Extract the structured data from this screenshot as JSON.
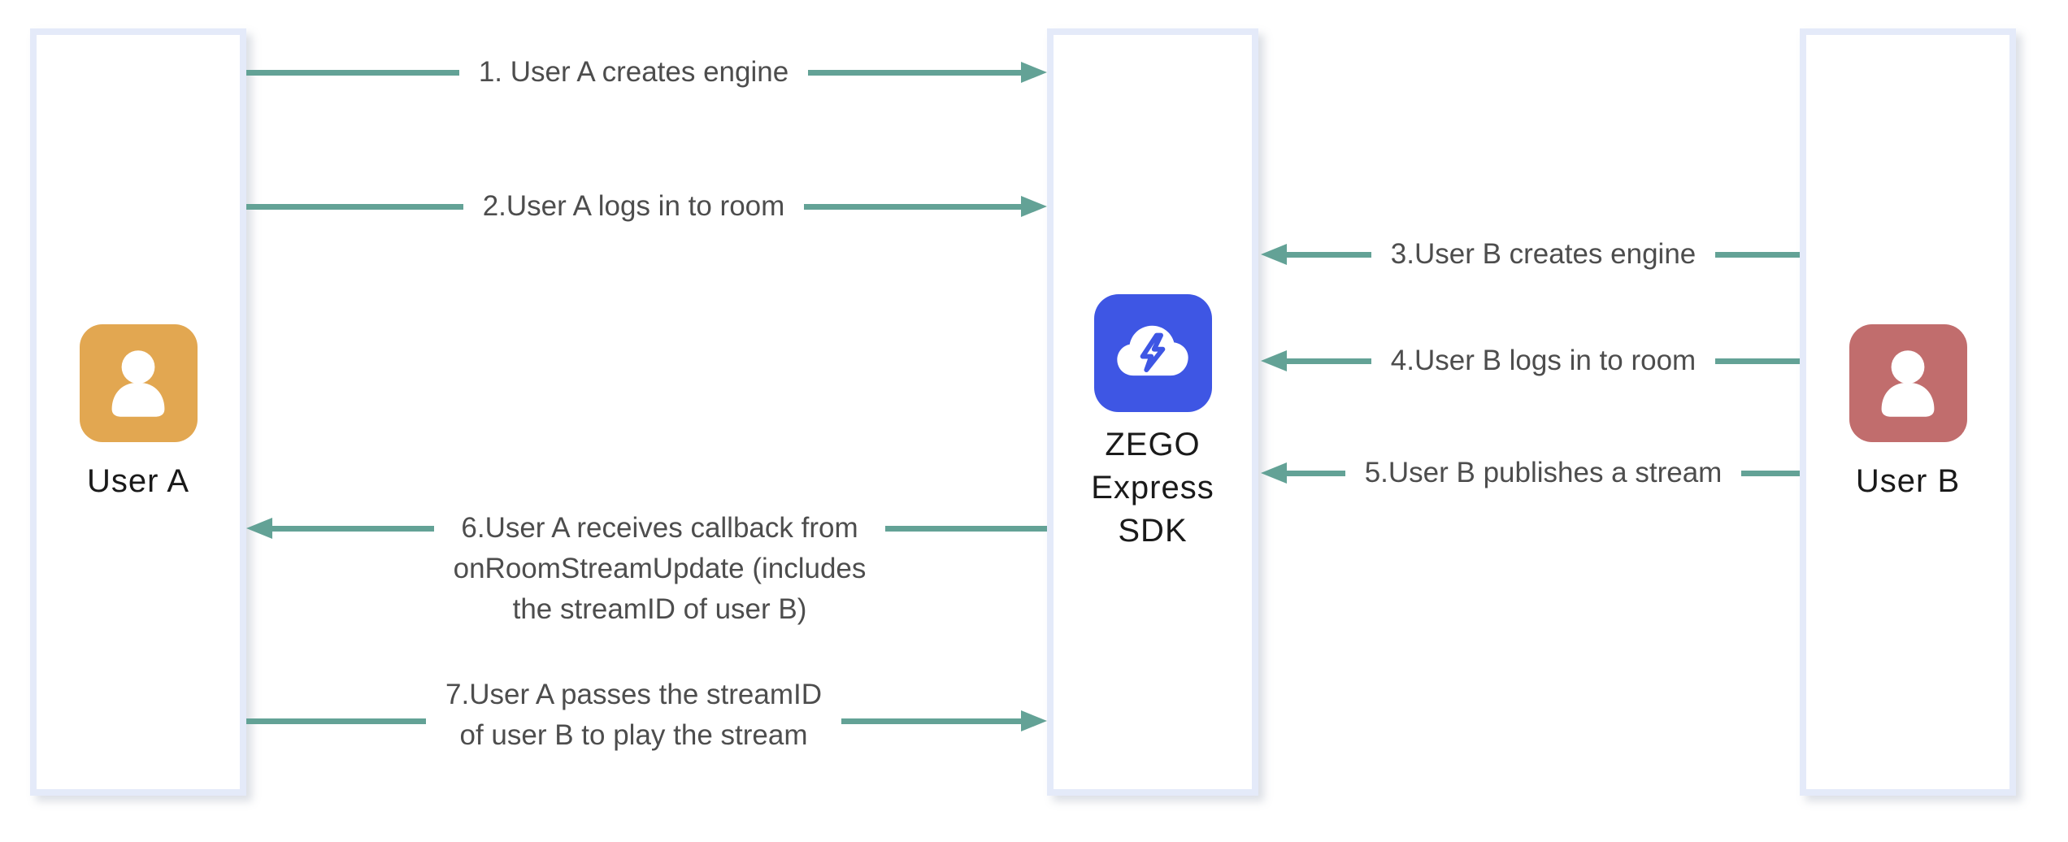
{
  "actors": {
    "user_a": {
      "label": "User A"
    },
    "sdk": {
      "label_lines": [
        "ZEGO",
        "Express",
        "SDK"
      ]
    },
    "user_b": {
      "label": "User B"
    }
  },
  "arrows": [
    {
      "label": "1. User A creates engine",
      "direction": "right"
    },
    {
      "label": "2.User A logs in to room",
      "direction": "right"
    },
    {
      "label": "3.User B creates engine",
      "direction": "left"
    },
    {
      "label": "4.User B logs in to room",
      "direction": "left"
    },
    {
      "label": "5.User B publishes a stream",
      "direction": "left"
    },
    {
      "label_lines": [
        "6.User A receives callback from",
        "onRoomStreamUpdate (includes",
        "the streamID of user B)"
      ],
      "direction": "left"
    },
    {
      "label_lines": [
        "7.User A passes the streamID",
        "of user B to play the stream"
      ],
      "direction": "right"
    }
  ],
  "colors": {
    "arrow": "#63A296",
    "box_border": "#E4EAF9",
    "sdk_icon_bg": "#3E56E4",
    "avatar_a": "#E2A751",
    "avatar_b": "#C16D6D",
    "label_text": "#4D4D4D",
    "actor_text": "#1A1A1A"
  }
}
